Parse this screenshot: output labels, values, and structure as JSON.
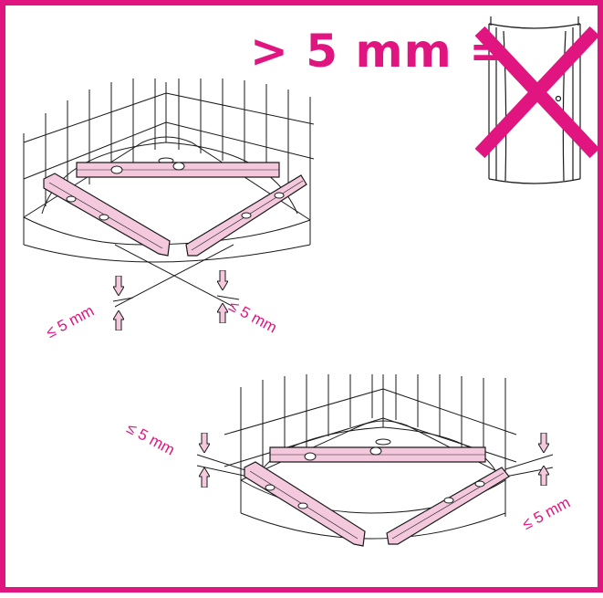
{
  "headline": {
    "text": "> 5 mm ="
  },
  "tolerance_labels": {
    "top_left": "≤ 5 mm",
    "top_right": "≤ 5 mm",
    "bottom_left": "≤ 5 mm",
    "bottom_right": "≤ 5 mm"
  },
  "colors": {
    "accent": "#e0157f",
    "level_fill": "#f4c9dd",
    "line": "#1a1a1a",
    "background": "#ffffff"
  },
  "icons": {
    "wrong": "cross-mark-icon",
    "arrow_down": "arrow-down-icon",
    "arrow_up": "arrow-up-icon"
  }
}
